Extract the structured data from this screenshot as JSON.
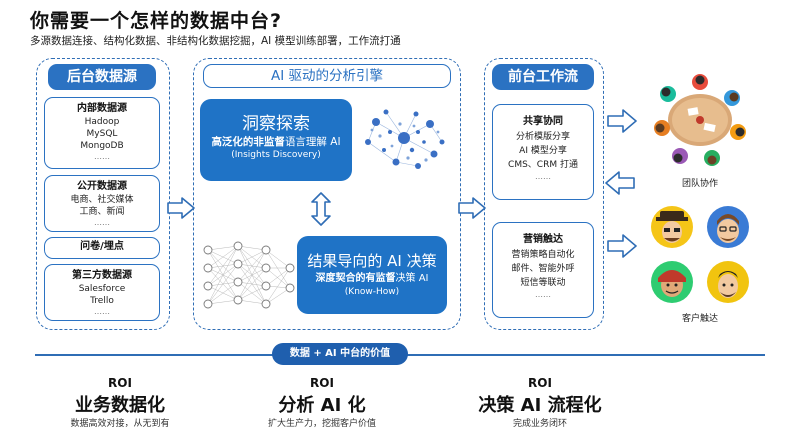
{
  "header": {
    "title": "你需要一个怎样的数据中台?",
    "subtitle": "多源数据连接、结构化数据、非结构化数据挖掘，AI 模型训练部署，工作流打通"
  },
  "backend": {
    "title": "后台数据源",
    "internal": {
      "head": "内部数据源",
      "lines": [
        "Hadoop",
        "MySQL",
        "MongoDB",
        "……"
      ]
    },
    "public": {
      "head": "公开数据源",
      "lines": [
        "电商、社交媒体",
        "工商、新闻",
        "……"
      ]
    },
    "survey": {
      "head": "问卷/埋点"
    },
    "third": {
      "head": "第三方数据源",
      "lines": [
        "Salesforce",
        "Trello",
        "……"
      ]
    }
  },
  "engine": {
    "title": "AI 驱动的分析引擎",
    "insight": {
      "big": "洞察探索",
      "mid_bold": "高泛化的非监督",
      "mid_rest": "语言理解 AI",
      "sm": "(Insights Discovery)"
    },
    "decision": {
      "big": "结果导向的 AI 决策",
      "mid_bold": "深度契合的有监督",
      "mid_rest": "决策 AI",
      "sm": "(Know-How)"
    }
  },
  "frontend": {
    "title": "前台工作流",
    "share": {
      "head": "共享协同",
      "lines": [
        "分析模版分享",
        "AI 模型分享",
        "CMS、CRM 打通",
        "……"
      ]
    },
    "marketing": {
      "head": "营销触达",
      "lines": [
        "营销策略自动化",
        "邮件、智能外呼",
        "短信等联动",
        "……"
      ]
    }
  },
  "right": {
    "team_caption": "团队协作",
    "customer_caption": "客户触达"
  },
  "footer": {
    "pill": "数据 + AI 中台的价值",
    "cols": [
      {
        "roi": "ROI",
        "big": "业务数据化",
        "sm": "数据高效对接，从无到有"
      },
      {
        "roi": "ROI",
        "big": "分析 AI 化",
        "sm": "扩大生产力，挖掘客户价值"
      },
      {
        "roi": "ROI",
        "big": "决策 AI 流程化",
        "sm": "完成业务闭环"
      }
    ]
  },
  "colors": {
    "accent": "#2b72c2",
    "card": "#1f73c6",
    "dash": "#2f6db5"
  },
  "icons": [
    "right-arrow-icon",
    "double-arrow-icon",
    "cluster-graph-icon",
    "neural-network-icon",
    "team-meeting-icon",
    "customer-avatar-icon"
  ]
}
